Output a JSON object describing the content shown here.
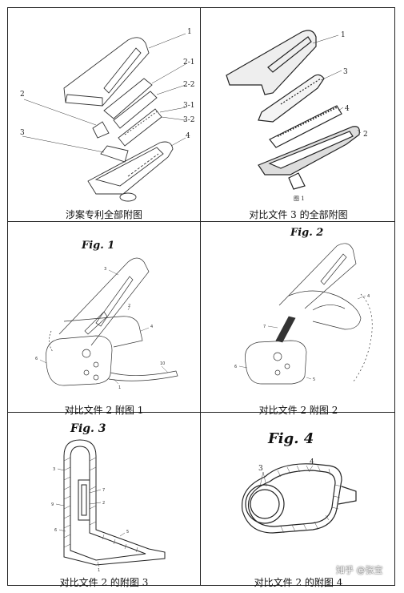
{
  "panels": [
    {
      "caption": "涉案专利全部附图",
      "labels": [
        "1",
        "2-1",
        "2-2",
        "2",
        "3-1",
        "3-2",
        "3",
        "4"
      ]
    },
    {
      "caption": "对比文件 3 的全部附图",
      "labels": [
        "1",
        "3",
        "4",
        "2"
      ],
      "sub_caption": "图 1"
    },
    {
      "caption": "对比文件 2 附图 1",
      "fig_title": "Fig. 1",
      "labels": [
        "3",
        "2",
        "4",
        "6",
        "1",
        "10"
      ]
    },
    {
      "caption": "对比文件 2 附图 2",
      "fig_title": "Fig. 2",
      "labels": [
        "4",
        "7",
        "6",
        "5"
      ]
    },
    {
      "caption": "对比文件 2 的附图 3",
      "fig_title": "Fig. 3",
      "labels": [
        "3",
        "7",
        "2",
        "9",
        "6",
        "5",
        "1"
      ]
    },
    {
      "caption": "对比文件 2 的附图 4",
      "fig_title": "Fig. 4",
      "labels": [
        "3",
        "4"
      ]
    }
  ],
  "watermark": "知乎 @张宝"
}
